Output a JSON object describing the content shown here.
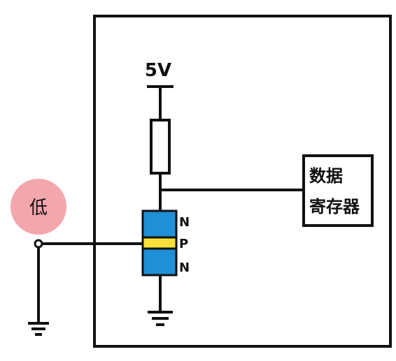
{
  "supply": {
    "label": "5V"
  },
  "input": {
    "state_label": "低",
    "badge_color": "#f4a6ad"
  },
  "register": {
    "line1": "数据",
    "line2": "寄存器"
  },
  "transistor": {
    "layers": [
      "N",
      "P",
      "N"
    ],
    "n_color": "#1f8fd6",
    "p_color": "#f7e03a"
  },
  "colors": {
    "stroke": "#111111",
    "background": "#ffffff"
  }
}
